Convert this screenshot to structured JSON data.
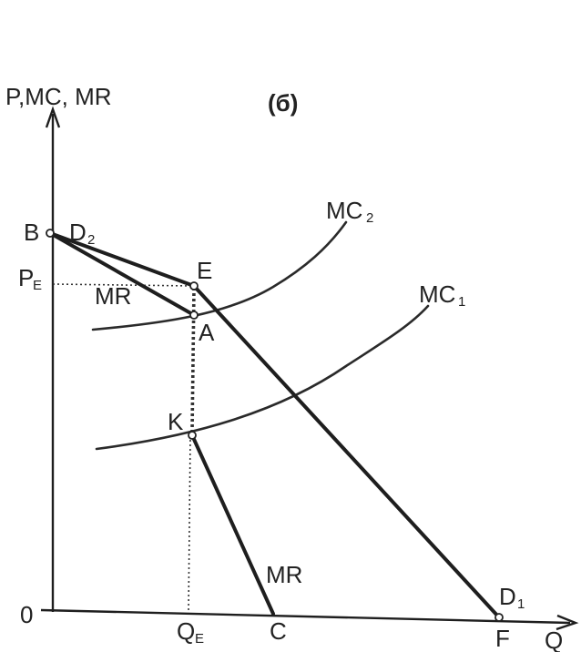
{
  "diagram": {
    "title": "(б)",
    "y_axis_label": "P,MC, MR",
    "x_axis_label": "Q",
    "origin_label": "0",
    "points": {
      "B": "B",
      "E": "E",
      "A": "A",
      "K": "K",
      "C": "C",
      "F": "F"
    },
    "curve_labels": {
      "D2": "D",
      "D2_sub": "2",
      "MR_upper": "MR",
      "MR_lower": "MR",
      "MC2": "MC",
      "MC2_sub": "2",
      "MC1": "MC",
      "MC1_sub": "1",
      "D1": "D",
      "D1_sub": "1"
    },
    "axis_marks": {
      "PE": "P",
      "PE_sub": "E",
      "QE": "Q",
      "QE_sub": "E"
    }
  }
}
